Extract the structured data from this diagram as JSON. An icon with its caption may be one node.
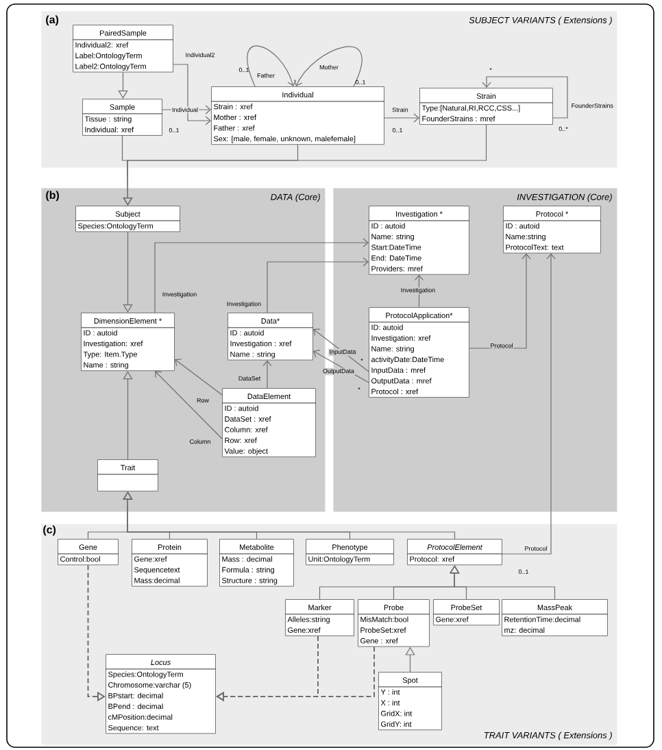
{
  "diagram": {
    "nodes": [
      {
        "text": [
          "(a)",
          "SUBJECT VARIANTS ( Extensions )"
        ]
      },
      {
        "text": [
          "PairedSample",
          "Individual2: xref",
          "Label:OntologyTerm",
          "Label2:OntologyTerm"
        ],
        "in": 0
      },
      {
        "text": [
          "Sample",
          "Tissue : string",
          "Individual: xref"
        ],
        "in": 0
      },
      {
        "text": [
          "Individual",
          "Strain : xref",
          "Mother : xref",
          "Father : xref",
          "Sex: [male, female, unknown, malefemale]"
        ],
        "in": 0
      },
      {
        "text": [
          "Strain",
          "Type:[Natural,RI,RCC,CSS...]",
          "FounderStrains : mref"
        ],
        "in": 0
      },
      {
        "text": [
          "(b)",
          "DATA (Core)"
        ]
      },
      {
        "text": [
          "Subject",
          "Species:OntologyTerm"
        ],
        "in": 5
      },
      {
        "text": [
          "DimensionElement *",
          "ID : autoid",
          "Investigation: xref",
          "Type: Item.Type",
          "Name : string"
        ],
        "in": 5
      },
      {
        "text": [
          "Data*",
          "ID : autoid",
          "Investigation : xref",
          "Name : string"
        ],
        "in": 5
      },
      {
        "text": [
          "DataElement",
          "ID : autoid",
          "DataSet : xref",
          "Column: xref",
          "Row: xref",
          "Value: object"
        ],
        "in": 5
      },
      {
        "text": [
          "Trait"
        ],
        "in": 5
      },
      {
        "text": [
          "INVESTIGATION (Core)"
        ]
      },
      {
        "text": [
          "Investigation *",
          "ID : autoid",
          "Name: string",
          "Start:DateTime",
          "End: DateTime",
          "Providers: mref"
        ],
        "in": 11
      },
      {
        "text": [
          "Protocol *",
          "ID : autoid",
          "Name:string",
          "ProtocolText: text"
        ],
        "in": 11
      },
      {
        "text": [
          "ProtocolApplication*",
          "ID: autoid",
          "Investigation: xref",
          "Name: string",
          "activityDate:DateTime",
          "InputData : mref",
          "OutputData : mref",
          "Protocol : xref"
        ],
        "in": 11
      },
      {
        "text": [
          "(c)",
          "TRAIT VARIANTS ( Extensions )"
        ]
      },
      {
        "text": [
          "Gene",
          "Control:bool"
        ],
        "in": 15
      },
      {
        "text": [
          "Protein",
          "Gene:xref",
          "Sequencetext",
          "Mass:decimal"
        ],
        "in": 15
      },
      {
        "text": [
          "Metabolite",
          "Mass : decimal",
          "Formula : string",
          "Structure : string"
        ],
        "in": 15
      },
      {
        "text": [
          "Phenotype",
          "Unit:OntologyTerm"
        ],
        "in": 15
      },
      {
        "text": [
          "ProtocolElement",
          "Protocol: xref"
        ],
        "in": 15
      },
      {
        "text": [
          "Marker",
          "Alleles:string",
          "Gene:xref"
        ],
        "in": 15
      },
      {
        "text": [
          "Probe",
          "MisMatch:bool",
          "ProbeSet:xref",
          "Gene : xref"
        ],
        "in": 15
      },
      {
        "text": [
          "ProbeSet",
          "Gene:xref"
        ],
        "in": 15
      },
      {
        "text": [
          "MassPeak",
          "RetentionTime:decimal",
          "mz: decimal"
        ],
        "in": 15
      },
      {
        "text": [
          "Spot",
          "Y : int",
          "X : int",
          "GridX: int",
          "GridY: int"
        ],
        "in": 15
      },
      {
        "text": [
          "Locus",
          "Species:OntologyTerm",
          "Chromosome:varchar (5)",
          "BPstart: decimal",
          "BPend : decimal",
          "cMPosition:decimal",
          "Sequence: text"
        ],
        "in": 15
      }
    ],
    "edges": [
      {
        "from": 1,
        "to": 2,
        "arrow": "to"
      },
      {
        "from": 1,
        "to": 3,
        "arrow": "to",
        "label": "Individual2"
      },
      {
        "from": 2,
        "to": 3,
        "arrow": "to",
        "label": "Individual"
      },
      {
        "from": 3,
        "to": 3,
        "arrow": "to",
        "label": "Father"
      },
      {
        "from": 3,
        "to": 3,
        "arrow": "to",
        "label": "Mother"
      },
      {
        "from": 3,
        "to": 4,
        "arrow": "to",
        "label": "Strain"
      },
      {
        "from": 4,
        "to": 4,
        "arrow": "to",
        "label": "FounderStrains"
      },
      {
        "from": 2,
        "to": 6,
        "arrow": "to"
      },
      {
        "from": 3,
        "to": 6,
        "arrow": "to"
      },
      {
        "from": 4,
        "to": 6,
        "arrow": "to"
      },
      {
        "from": 6,
        "to": 7,
        "arrow": "to"
      },
      {
        "from": 7,
        "to": 12,
        "arrow": "to",
        "label": "Investigation"
      },
      {
        "from": 8,
        "to": 12,
        "arrow": "to",
        "label": "Investigation"
      },
      {
        "from": 14,
        "to": 8,
        "arrow": "to",
        "label": "InputData"
      },
      {
        "from": 14,
        "to": 8,
        "arrow": "to",
        "label": "OutputData"
      },
      {
        "from": 14,
        "to": 12,
        "arrow": "to",
        "label": "Investigation"
      },
      {
        "from": 14,
        "to": 13,
        "arrow": "to",
        "label": "Protocol"
      },
      {
        "from": 9,
        "to": 8,
        "arrow": "to",
        "label": "DataSet"
      },
      {
        "from": 9,
        "to": 7,
        "arrow": "to",
        "label": "Row"
      },
      {
        "from": 9,
        "to": 7,
        "arrow": "to",
        "label": "Column"
      },
      {
        "from": 10,
        "to": 7,
        "arrow": "to"
      },
      {
        "from": 16,
        "to": 10,
        "arrow": "to"
      },
      {
        "from": 17,
        "to": 10,
        "arrow": "to"
      },
      {
        "from": 18,
        "to": 10,
        "arrow": "to"
      },
      {
        "from": 19,
        "to": 10,
        "arrow": "to"
      },
      {
        "from": 20,
        "to": 10,
        "arrow": "to"
      },
      {
        "from": 20,
        "to": 13,
        "arrow": "to",
        "label": "Protocol"
      },
      {
        "from": 21,
        "to": 20,
        "arrow": "to"
      },
      {
        "from": 22,
        "to": 20,
        "arrow": "to"
      },
      {
        "from": 23,
        "to": 20,
        "arrow": "to"
      },
      {
        "from": 24,
        "to": 20,
        "arrow": "to"
      },
      {
        "from": 25,
        "to": 22,
        "arrow": "to"
      },
      {
        "from": 16,
        "to": 26,
        "arrow": "to",
        "style": "dashed"
      },
      {
        "from": 21,
        "to": 26,
        "arrow": "to",
        "style": "dashed"
      },
      {
        "from": 22,
        "to": 26,
        "arrow": "to",
        "style": "dashed"
      }
    ],
    "labels": [
      "0..1",
      "0..1",
      "*",
      "0..1",
      "0..1",
      "0..*",
      "*",
      "*",
      "0..1"
    ]
  }
}
